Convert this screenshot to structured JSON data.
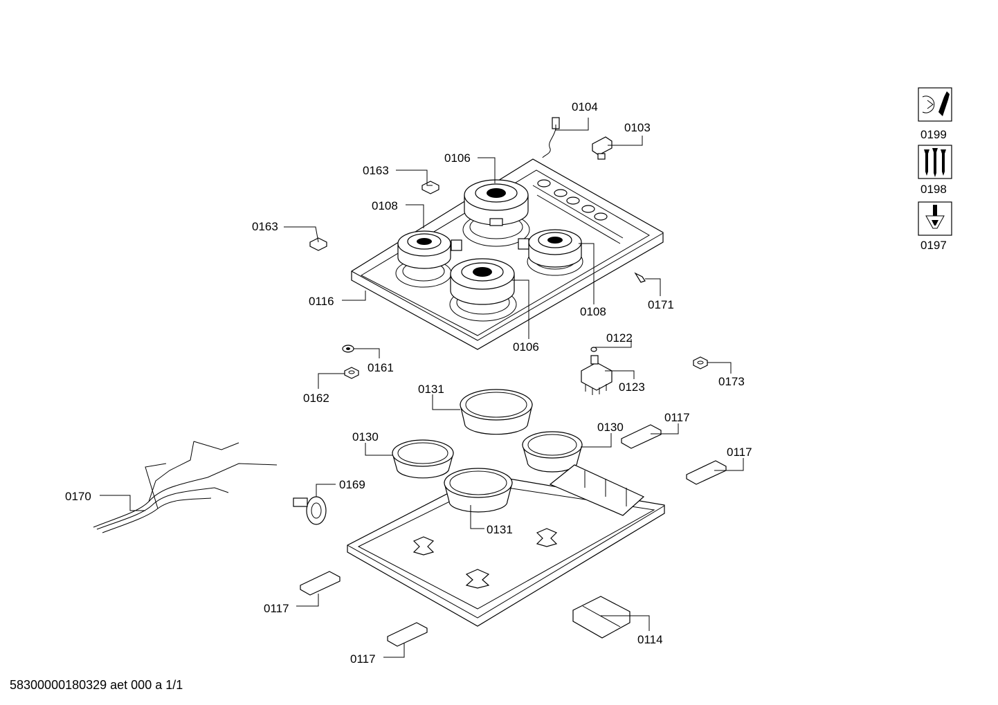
{
  "footer": {
    "document_id": "58300000180329 aet 000 a 1/1"
  },
  "labels": {
    "p0104": "0104",
    "p0103": "0103",
    "p0106a": "0106",
    "p0163a": "0163",
    "p0108a": "0108",
    "p0163b": "0163",
    "p0116": "0116",
    "p0108b": "0108",
    "p0106b": "0106",
    "p0171": "0171",
    "p0122": "0122",
    "p0161": "0161",
    "p0162": "0162",
    "p0123": "0123",
    "p0173": "0173",
    "p0131a": "0131",
    "p0117a": "0117",
    "p0130a": "0130",
    "p0130b": "0130",
    "p0117b": "0117",
    "p0170": "0170",
    "p0169": "0169",
    "p0131b": "0131",
    "p0117c": "0117",
    "p0114": "0114",
    "p0117d": "0117"
  },
  "side_icons": {
    "tool": {
      "label": "0199",
      "icon": "wrench-icon"
    },
    "screws": {
      "label": "0198",
      "icon": "screws-icon"
    },
    "grease": {
      "label": "0197",
      "icon": "grease-icon"
    }
  }
}
